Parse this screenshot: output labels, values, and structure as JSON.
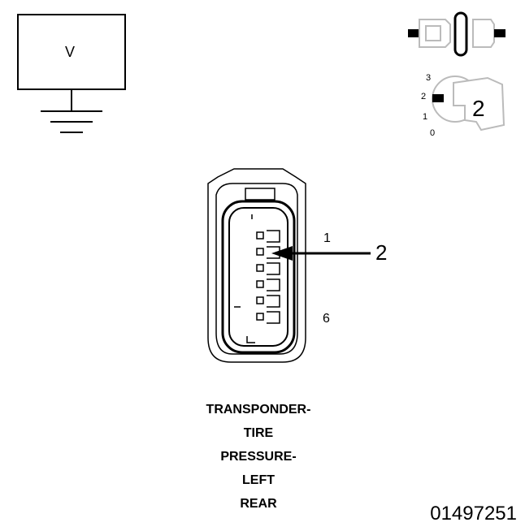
{
  "meter": {
    "label": "V"
  },
  "ignition": {
    "positions": [
      "3",
      "2",
      "1",
      "0"
    ],
    "selected": "2"
  },
  "connector": {
    "pin_first": "1",
    "pin_last": "6",
    "callout": "2"
  },
  "caption": [
    "TRANSPONDER-",
    "TIRE",
    "PRESSURE-",
    "LEFT",
    "REAR"
  ],
  "figure_id": "01497251"
}
